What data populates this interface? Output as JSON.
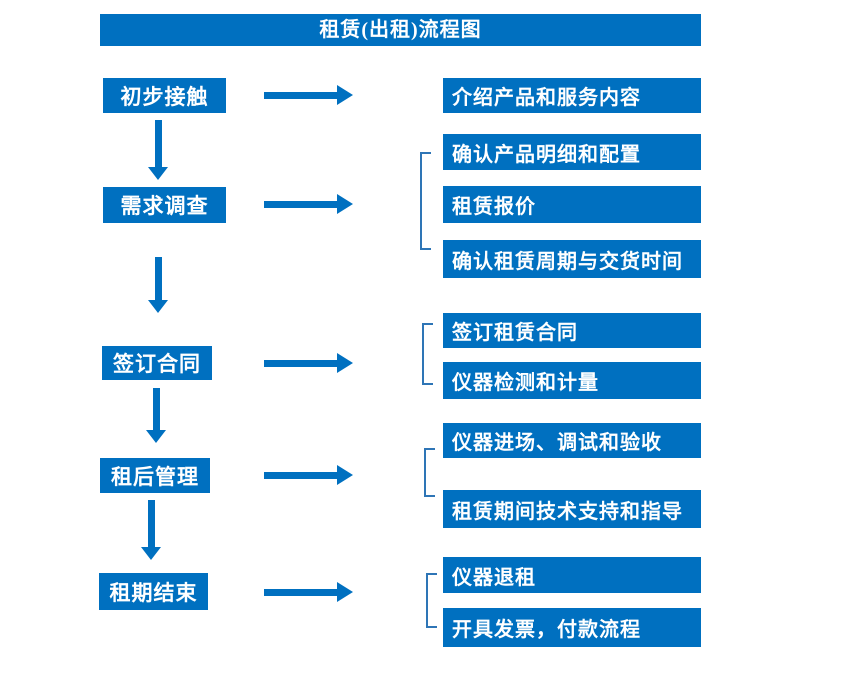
{
  "title": "租赁(出租)流程图",
  "colors": {
    "primary": "#0070C0",
    "bracket": "#2E75B6",
    "box_text": "#FFFFFF"
  },
  "steps": [
    {
      "label": "初步接触",
      "details": [
        "介绍产品和服务内容"
      ]
    },
    {
      "label": "需求调查",
      "details": [
        "确认产品明细和配置",
        "租赁报价",
        "确认租赁周期与交货时间"
      ]
    },
    {
      "label": "签订合同",
      "details": [
        "签订租赁合同",
        "仪器检测和计量"
      ]
    },
    {
      "label": "租后管理",
      "details": [
        "仪器进场、调试和验收",
        "租赁期间技术支持和指导"
      ]
    },
    {
      "label": "租期结束",
      "details": [
        "仪器退租",
        "开具发票，付款流程"
      ]
    }
  ]
}
